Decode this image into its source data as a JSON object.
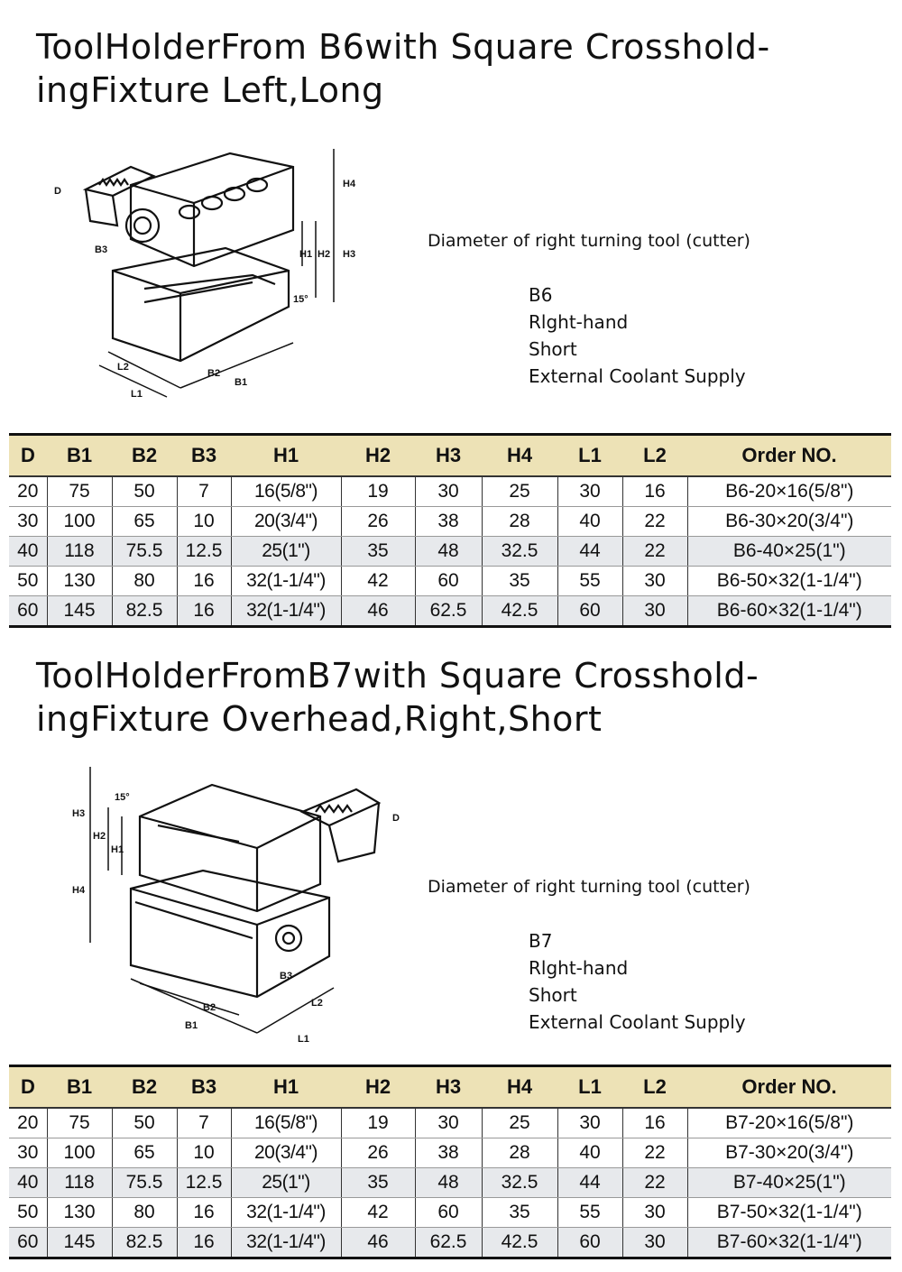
{
  "section1": {
    "title_line1": "ToolHolderFrom B6with Square Crosshold-",
    "title_line2": "ingFixture Left,Long",
    "description_heading": "Diameter of right turning tool (cutter)",
    "description_lines": [
      "B6",
      "Rlght-hand",
      "Short",
      "External Coolant Supply"
    ],
    "drawing_labels": {
      "d": "D",
      "b3": "B3",
      "b2": "B2",
      "b1": "B1",
      "l2": "L2",
      "l1": "L1",
      "h1": "H1",
      "h2": "H2",
      "h3": "H3",
      "h4": "H4",
      "angle": "15°"
    },
    "table": {
      "headers": [
        "D",
        "B1",
        "B2",
        "B3",
        "H1",
        "H2",
        "H3",
        "H4",
        "L1",
        "L2",
        "Order NO."
      ],
      "rows": [
        [
          "20",
          "75",
          "50",
          "7",
          "16(5/8\")",
          "19",
          "30",
          "25",
          "30",
          "16",
          "B6-20×16(5/8\")"
        ],
        [
          "30",
          "100",
          "65",
          "10",
          "20(3/4\")",
          "26",
          "38",
          "28",
          "40",
          "22",
          "B6-30×20(3/4\")"
        ],
        [
          "40",
          "118",
          "75.5",
          "12.5",
          "25(1\")",
          "35",
          "48",
          "32.5",
          "44",
          "22",
          "B6-40×25(1\")"
        ],
        [
          "50",
          "130",
          "80",
          "16",
          "32(1-1/4\")",
          "42",
          "60",
          "35",
          "55",
          "30",
          "B6-50×32(1-1/4\")"
        ],
        [
          "60",
          "145",
          "82.5",
          "16",
          "32(1-1/4\")",
          "46",
          "62.5",
          "42.5",
          "60",
          "30",
          "B6-60×32(1-1/4\")"
        ]
      ]
    }
  },
  "section2": {
    "title_line1": "ToolHolderFromB7with Square Crosshold-",
    "title_line2": "ingFixture Overhead,Right,Short",
    "description_heading": "Diameter of right turning tool (cutter)",
    "description_lines": [
      "B7",
      "Rlght-hand",
      "Short",
      "External Coolant Supply"
    ],
    "drawing_labels": {
      "d": "D",
      "b3": "B3",
      "b2": "B2",
      "b1": "B1",
      "l2": "L2",
      "l1": "L1",
      "h1": "H1",
      "h2": "H2",
      "h3": "H3",
      "h4": "H4",
      "angle": "15°"
    },
    "table": {
      "headers": [
        "D",
        "B1",
        "B2",
        "B3",
        "H1",
        "H2",
        "H3",
        "H4",
        "L1",
        "L2",
        "Order NO."
      ],
      "rows": [
        [
          "20",
          "75",
          "50",
          "7",
          "16(5/8\")",
          "19",
          "30",
          "25",
          "30",
          "16",
          "B7-20×16(5/8\")"
        ],
        [
          "30",
          "100",
          "65",
          "10",
          "20(3/4\")",
          "26",
          "38",
          "28",
          "40",
          "22",
          "B7-30×20(3/4\")"
        ],
        [
          "40",
          "118",
          "75.5",
          "12.5",
          "25(1\")",
          "35",
          "48",
          "32.5",
          "44",
          "22",
          "B7-40×25(1\")"
        ],
        [
          "50",
          "130",
          "80",
          "16",
          "32(1-1/4\")",
          "42",
          "60",
          "35",
          "55",
          "30",
          "B7-50×32(1-1/4\")"
        ],
        [
          "60",
          "145",
          "82.5",
          "16",
          "32(1-1/4\")",
          "46",
          "62.5",
          "42.5",
          "60",
          "30",
          "B7-60×32(1-1/4\")"
        ]
      ]
    }
  }
}
